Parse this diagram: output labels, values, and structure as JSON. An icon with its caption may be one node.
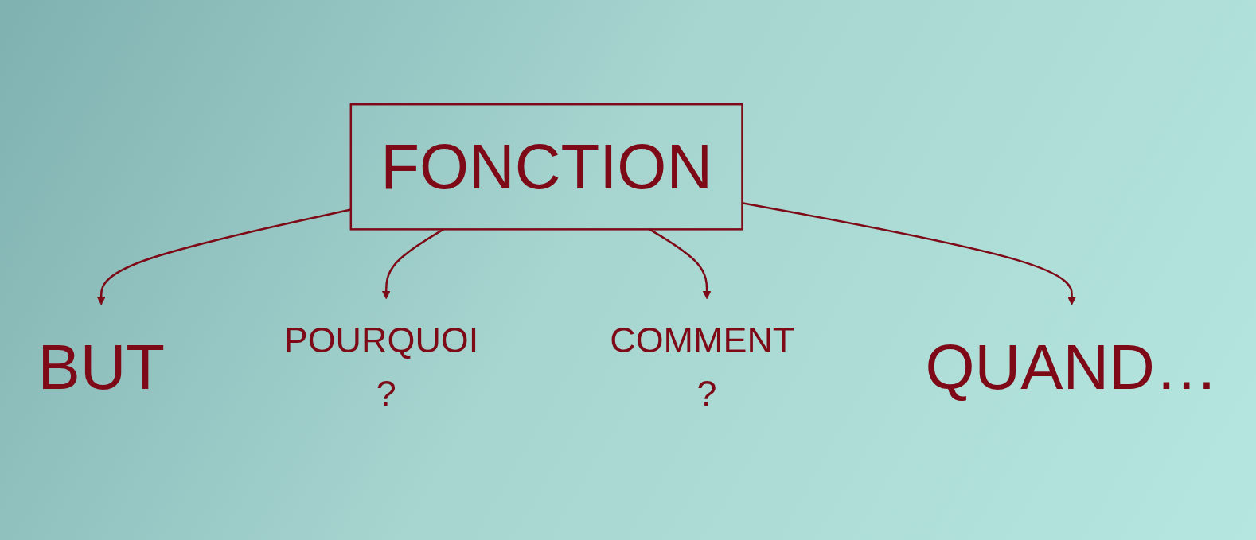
{
  "diagram": {
    "nodes": [
      {
        "text": [
          "BUT"
        ]
      },
      {
        "text": [
          "POURQUOI ?"
        ]
      },
      {
        "text": [
          "FONCTION"
        ]
      },
      {
        "text": [
          "COMMENT ?"
        ]
      },
      {
        "text": [
          "QUAND…"
        ]
      }
    ],
    "edges": [
      {
        "from": 2,
        "to": 0,
        "arrow": "to"
      },
      {
        "from": 2,
        "to": 1,
        "arrow": "to"
      },
      {
        "from": 2,
        "to": 3,
        "arrow": "to"
      },
      {
        "from": 2,
        "to": 4,
        "arrow": "to"
      }
    ]
  }
}
